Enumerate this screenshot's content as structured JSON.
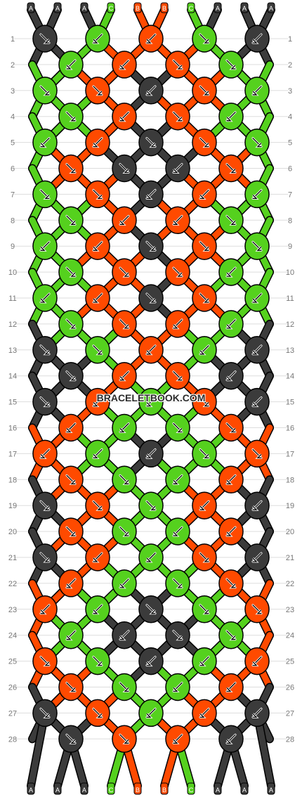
{
  "colors": {
    "A": "#3b3b3b",
    "B": "#ff4a00",
    "C": "#55d11e"
  },
  "strings_top": [
    "A",
    "A",
    "A",
    "C",
    "B",
    "B",
    "C",
    "A",
    "A",
    "A"
  ],
  "strings_bottom": [
    "A",
    "A",
    "A",
    "C",
    "B",
    "B",
    "C",
    "A",
    "A",
    "A"
  ],
  "row_numbers": [
    "1",
    "2",
    "3",
    "4",
    "5",
    "6",
    "7",
    "8",
    "9",
    "10",
    "11",
    "12",
    "13",
    "14",
    "15",
    "16",
    "17",
    "18",
    "19",
    "20",
    "21",
    "22",
    "23",
    "24",
    "25",
    "26",
    "27",
    "28"
  ],
  "watermark": "BRACELETBOOK.COM",
  "rows": [
    {
      "knots": [
        [
          "A",
          "se"
        ],
        [
          "C",
          "sw"
        ],
        [
          "B",
          "sw"
        ],
        [
          "C",
          "se"
        ],
        [
          "A",
          "sw"
        ]
      ]
    },
    {
      "knots": [
        [
          "C",
          "sw"
        ],
        [
          "B",
          "sw"
        ],
        [
          "B",
          "se"
        ],
        [
          "C",
          "se"
        ]
      ]
    },
    {
      "knots": [
        [
          "C",
          "se"
        ],
        [
          "B",
          "se"
        ],
        [
          "A",
          "sw"
        ],
        [
          "B",
          "se"
        ],
        [
          "C",
          "sw"
        ]
      ]
    },
    {
      "knots": [
        [
          "C",
          "se"
        ],
        [
          "B",
          "sw"
        ],
        [
          "B",
          "se"
        ],
        [
          "C",
          "sw"
        ]
      ]
    },
    {
      "knots": [
        [
          "C",
          "sw"
        ],
        [
          "B",
          "sw"
        ],
        [
          "A",
          "se"
        ],
        [
          "B",
          "se"
        ],
        [
          "C",
          "se"
        ]
      ]
    },
    {
      "knots": [
        [
          "B",
          "se"
        ],
        [
          "A",
          "se"
        ],
        [
          "A",
          "sw"
        ],
        [
          "B",
          "se"
        ]
      ]
    },
    {
      "knots": [
        [
          "C",
          "se"
        ],
        [
          "B",
          "se"
        ],
        [
          "A",
          "sw"
        ],
        [
          "B",
          "sw"
        ],
        [
          "C",
          "sw"
        ]
      ]
    },
    {
      "knots": [
        [
          "C",
          "se"
        ],
        [
          "B",
          "sw"
        ],
        [
          "B",
          "sw"
        ],
        [
          "C",
          "se"
        ]
      ]
    },
    {
      "knots": [
        [
          "C",
          "sw"
        ],
        [
          "B",
          "sw"
        ],
        [
          "A",
          "se"
        ],
        [
          "B",
          "se"
        ],
        [
          "C",
          "se"
        ]
      ]
    },
    {
      "knots": [
        [
          "C",
          "se"
        ],
        [
          "B",
          "se"
        ],
        [
          "B",
          "se"
        ],
        [
          "C",
          "sw"
        ]
      ]
    },
    {
      "knots": [
        [
          "C",
          "sw"
        ],
        [
          "B",
          "sw"
        ],
        [
          "A",
          "se"
        ],
        [
          "B",
          "se"
        ],
        [
          "C",
          "sw"
        ]
      ]
    },
    {
      "knots": [
        [
          "C",
          "se"
        ],
        [
          "B",
          "se"
        ],
        [
          "B",
          "sw"
        ],
        [
          "C",
          "sw"
        ]
      ]
    },
    {
      "knots": [
        [
          "A",
          "se"
        ],
        [
          "C",
          "se"
        ],
        [
          "B",
          "sw"
        ],
        [
          "C",
          "sw"
        ],
        [
          "A",
          "sw"
        ]
      ]
    },
    {
      "knots": [
        [
          "A",
          "se"
        ],
        [
          "B",
          "sw"
        ],
        [
          "B",
          "se"
        ],
        [
          "A",
          "sw"
        ]
      ]
    },
    {
      "knots": [
        [
          "A",
          "se"
        ],
        [
          "B",
          "sw"
        ],
        [
          "C",
          "sw"
        ],
        [
          "B",
          "se"
        ],
        [
          "A",
          "sw"
        ]
      ]
    },
    {
      "knots": [
        [
          "B",
          "sw"
        ],
        [
          "C",
          "sw"
        ],
        [
          "C",
          "se"
        ],
        [
          "B",
          "se"
        ]
      ]
    },
    {
      "knots": [
        [
          "B",
          "sw"
        ],
        [
          "C",
          "sw"
        ],
        [
          "A",
          "sw"
        ],
        [
          "C",
          "se"
        ],
        [
          "B",
          "se"
        ]
      ]
    },
    {
      "knots": [
        [
          "B",
          "se"
        ],
        [
          "C",
          "se"
        ],
        [
          "C",
          "sw"
        ],
        [
          "B",
          "sw"
        ]
      ]
    },
    {
      "knots": [
        [
          "A",
          "se"
        ],
        [
          "B",
          "se"
        ],
        [
          "C",
          "se"
        ],
        [
          "B",
          "sw"
        ],
        [
          "A",
          "sw"
        ]
      ]
    },
    {
      "knots": [
        [
          "B",
          "se"
        ],
        [
          "C",
          "se"
        ],
        [
          "C",
          "sw"
        ],
        [
          "B",
          "sw"
        ]
      ]
    },
    {
      "knots": [
        [
          "A",
          "se"
        ],
        [
          "B",
          "sw"
        ],
        [
          "C",
          "sw"
        ],
        [
          "B",
          "se"
        ],
        [
          "A",
          "sw"
        ]
      ]
    },
    {
      "knots": [
        [
          "B",
          "sw"
        ],
        [
          "C",
          "sw"
        ],
        [
          "C",
          "se"
        ],
        [
          "B",
          "se"
        ]
      ]
    },
    {
      "knots": [
        [
          "B",
          "sw"
        ],
        [
          "C",
          "sw"
        ],
        [
          "A",
          "se"
        ],
        [
          "C",
          "se"
        ],
        [
          "B",
          "se"
        ]
      ]
    },
    {
      "knots": [
        [
          "C",
          "sw"
        ],
        [
          "A",
          "sw"
        ],
        [
          "A",
          "se"
        ],
        [
          "C",
          "se"
        ]
      ]
    },
    {
      "knots": [
        [
          "B",
          "se"
        ],
        [
          "C",
          "se"
        ],
        [
          "A",
          "sw"
        ],
        [
          "C",
          "sw"
        ],
        [
          "B",
          "sw"
        ]
      ]
    },
    {
      "knots": [
        [
          "B",
          "se"
        ],
        [
          "C",
          "se"
        ],
        [
          "C",
          "sw"
        ],
        [
          "B",
          "sw"
        ]
      ]
    },
    {
      "knots": [
        [
          "A",
          "se"
        ],
        [
          "B",
          "se"
        ],
        [
          "C",
          "sw"
        ],
        [
          "B",
          "sw"
        ],
        [
          "A",
          "sw"
        ]
      ]
    },
    {
      "knots": [
        [
          "A",
          "se"
        ],
        [
          "B",
          "se"
        ],
        [
          "B",
          "sw"
        ],
        [
          "A",
          "sw"
        ]
      ]
    }
  ]
}
